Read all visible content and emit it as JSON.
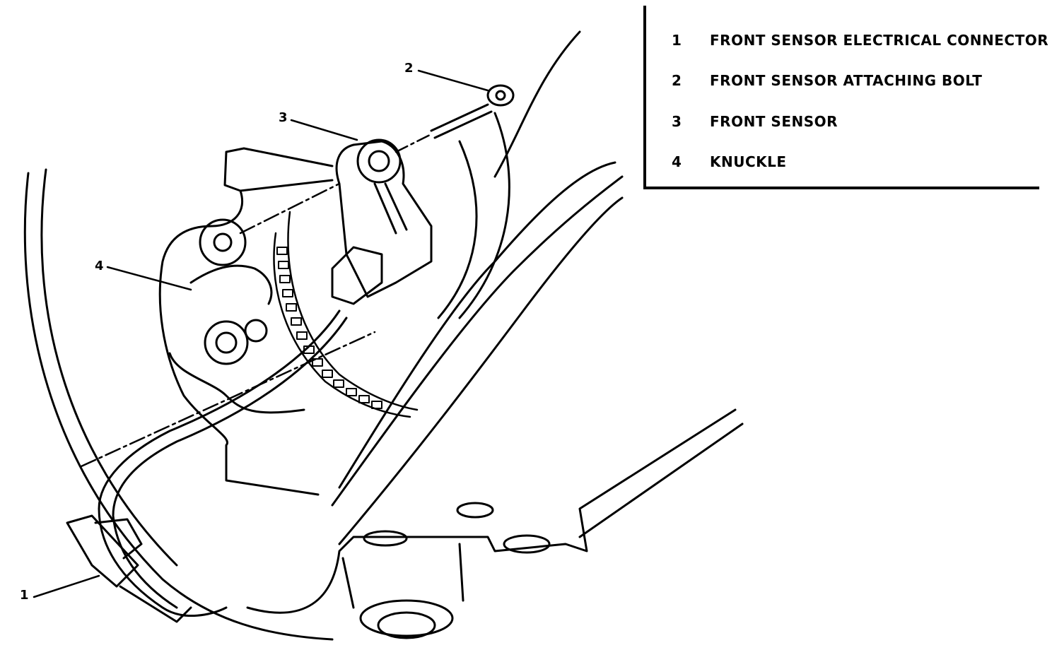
{
  "legend": {
    "items": [
      {
        "num": "1",
        "text": "FRONT SENSOR ELECTRICAL CONNECTOR"
      },
      {
        "num": "2",
        "text": "FRONT SENSOR ATTACHING BOLT"
      },
      {
        "num": "3",
        "text": "FRONT SENSOR"
      },
      {
        "num": "4",
        "text": "KNUCKLE"
      }
    ]
  },
  "callouts": {
    "c1": "1",
    "c2": "2",
    "c3": "3",
    "c4": "4"
  }
}
